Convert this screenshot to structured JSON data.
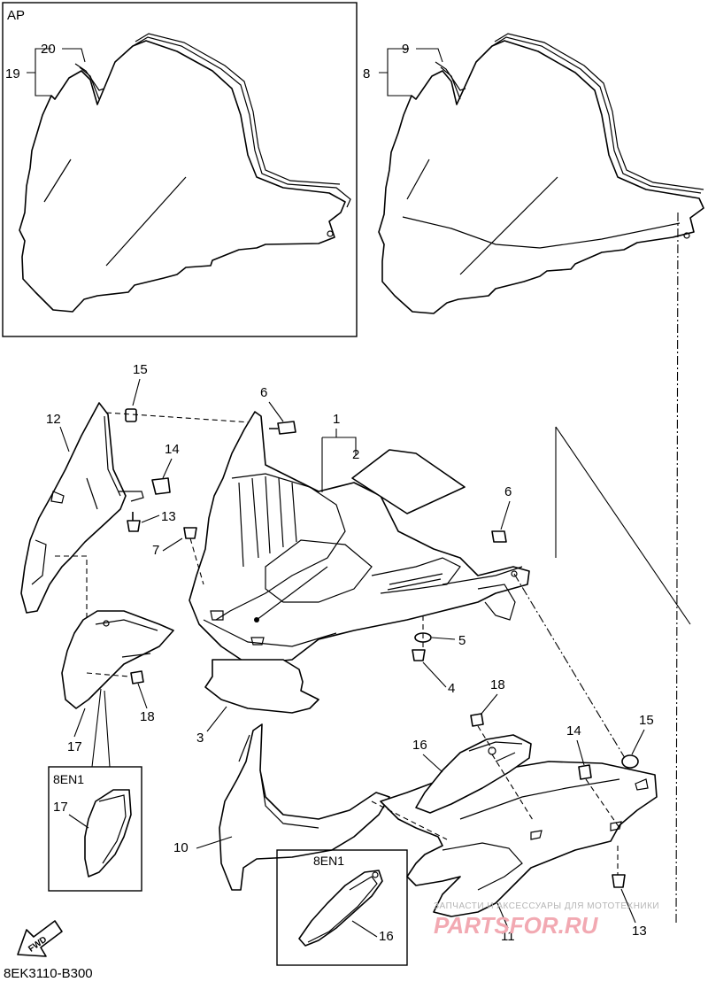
{
  "diagram": {
    "inset_label": "AP",
    "drawing_code": "8EK3110-B300",
    "fwd_label": "FWD",
    "variant_label": "8EN1",
    "part_numbers": {
      "p1": "1",
      "p2": "2",
      "p3": "3",
      "p4": "4",
      "p5": "5",
      "p6a": "6",
      "p6b": "6",
      "p7": "7",
      "p8": "8",
      "p9": "9",
      "p10": "10",
      "p11": "11",
      "p12": "12",
      "p13a": "13",
      "p13b": "13",
      "p14a": "14",
      "p14b": "14",
      "p15a": "15",
      "p15b": "15",
      "p16a": "16",
      "p16b": "16",
      "p17a": "17",
      "p17b": "17",
      "p18a": "18",
      "p18b": "18",
      "p19": "19",
      "p20": "20"
    },
    "watermark": {
      "caption": "ЗАПЧАСТИ И АКСЕССУАРЫ ДЛЯ МОТОТЕХНИКИ",
      "logo": "PARTSFOR.RU"
    }
  }
}
